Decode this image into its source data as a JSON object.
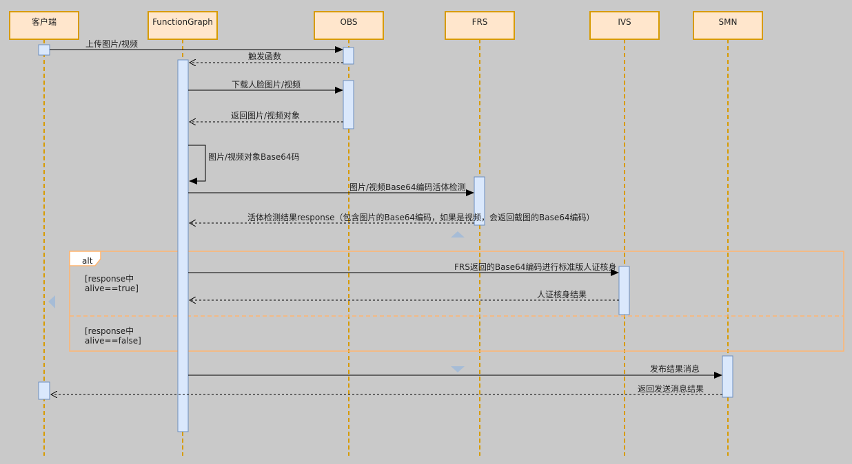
{
  "participants": [
    {
      "id": "client",
      "label": "客户端"
    },
    {
      "id": "fg",
      "label": "FunctionGraph"
    },
    {
      "id": "obs",
      "label": "OBS"
    },
    {
      "id": "frs",
      "label": "FRS"
    },
    {
      "id": "ivs",
      "label": "IVS"
    },
    {
      "id": "smn",
      "label": "SMN"
    }
  ],
  "messages": [
    {
      "id": "m1",
      "label": "上传图片/视频"
    },
    {
      "id": "m2",
      "label": "触发函数"
    },
    {
      "id": "m3",
      "label": "下载人脸图片/视频"
    },
    {
      "id": "m4",
      "label": "返回图片/视频对象"
    },
    {
      "id": "m5",
      "label": "图片/视频对象Base64码"
    },
    {
      "id": "m6",
      "label": "图片/视频Base64编码活体检测"
    },
    {
      "id": "m7",
      "label": "活体检测结果response（包含图片的Base64编码，如果是视频，会返回截图的Base64编码）"
    },
    {
      "id": "m8",
      "label": "FRS返回的Base64编码进行标准版人证核身"
    },
    {
      "id": "m9",
      "label": "人证核身结果"
    },
    {
      "id": "m10",
      "label": "发布结果消息"
    },
    {
      "id": "m11",
      "label": "返回发送消息结果"
    }
  ],
  "alt_fragment": {
    "tag": "alt",
    "condition_true": [
      "[response中",
      "alive==true]"
    ],
    "condition_false": [
      "[response中",
      "alive==false]"
    ]
  },
  "colors": {
    "background": "#c9c9c9",
    "participant_fill": "#ffe6cc",
    "participant_stroke": "#d79b00",
    "lifeline": "#d79b00",
    "activation_fill": "#dae8fc",
    "activation_stroke": "#6c8ebf",
    "fragment_stroke": "#ffb570",
    "arrow": "#000000"
  }
}
